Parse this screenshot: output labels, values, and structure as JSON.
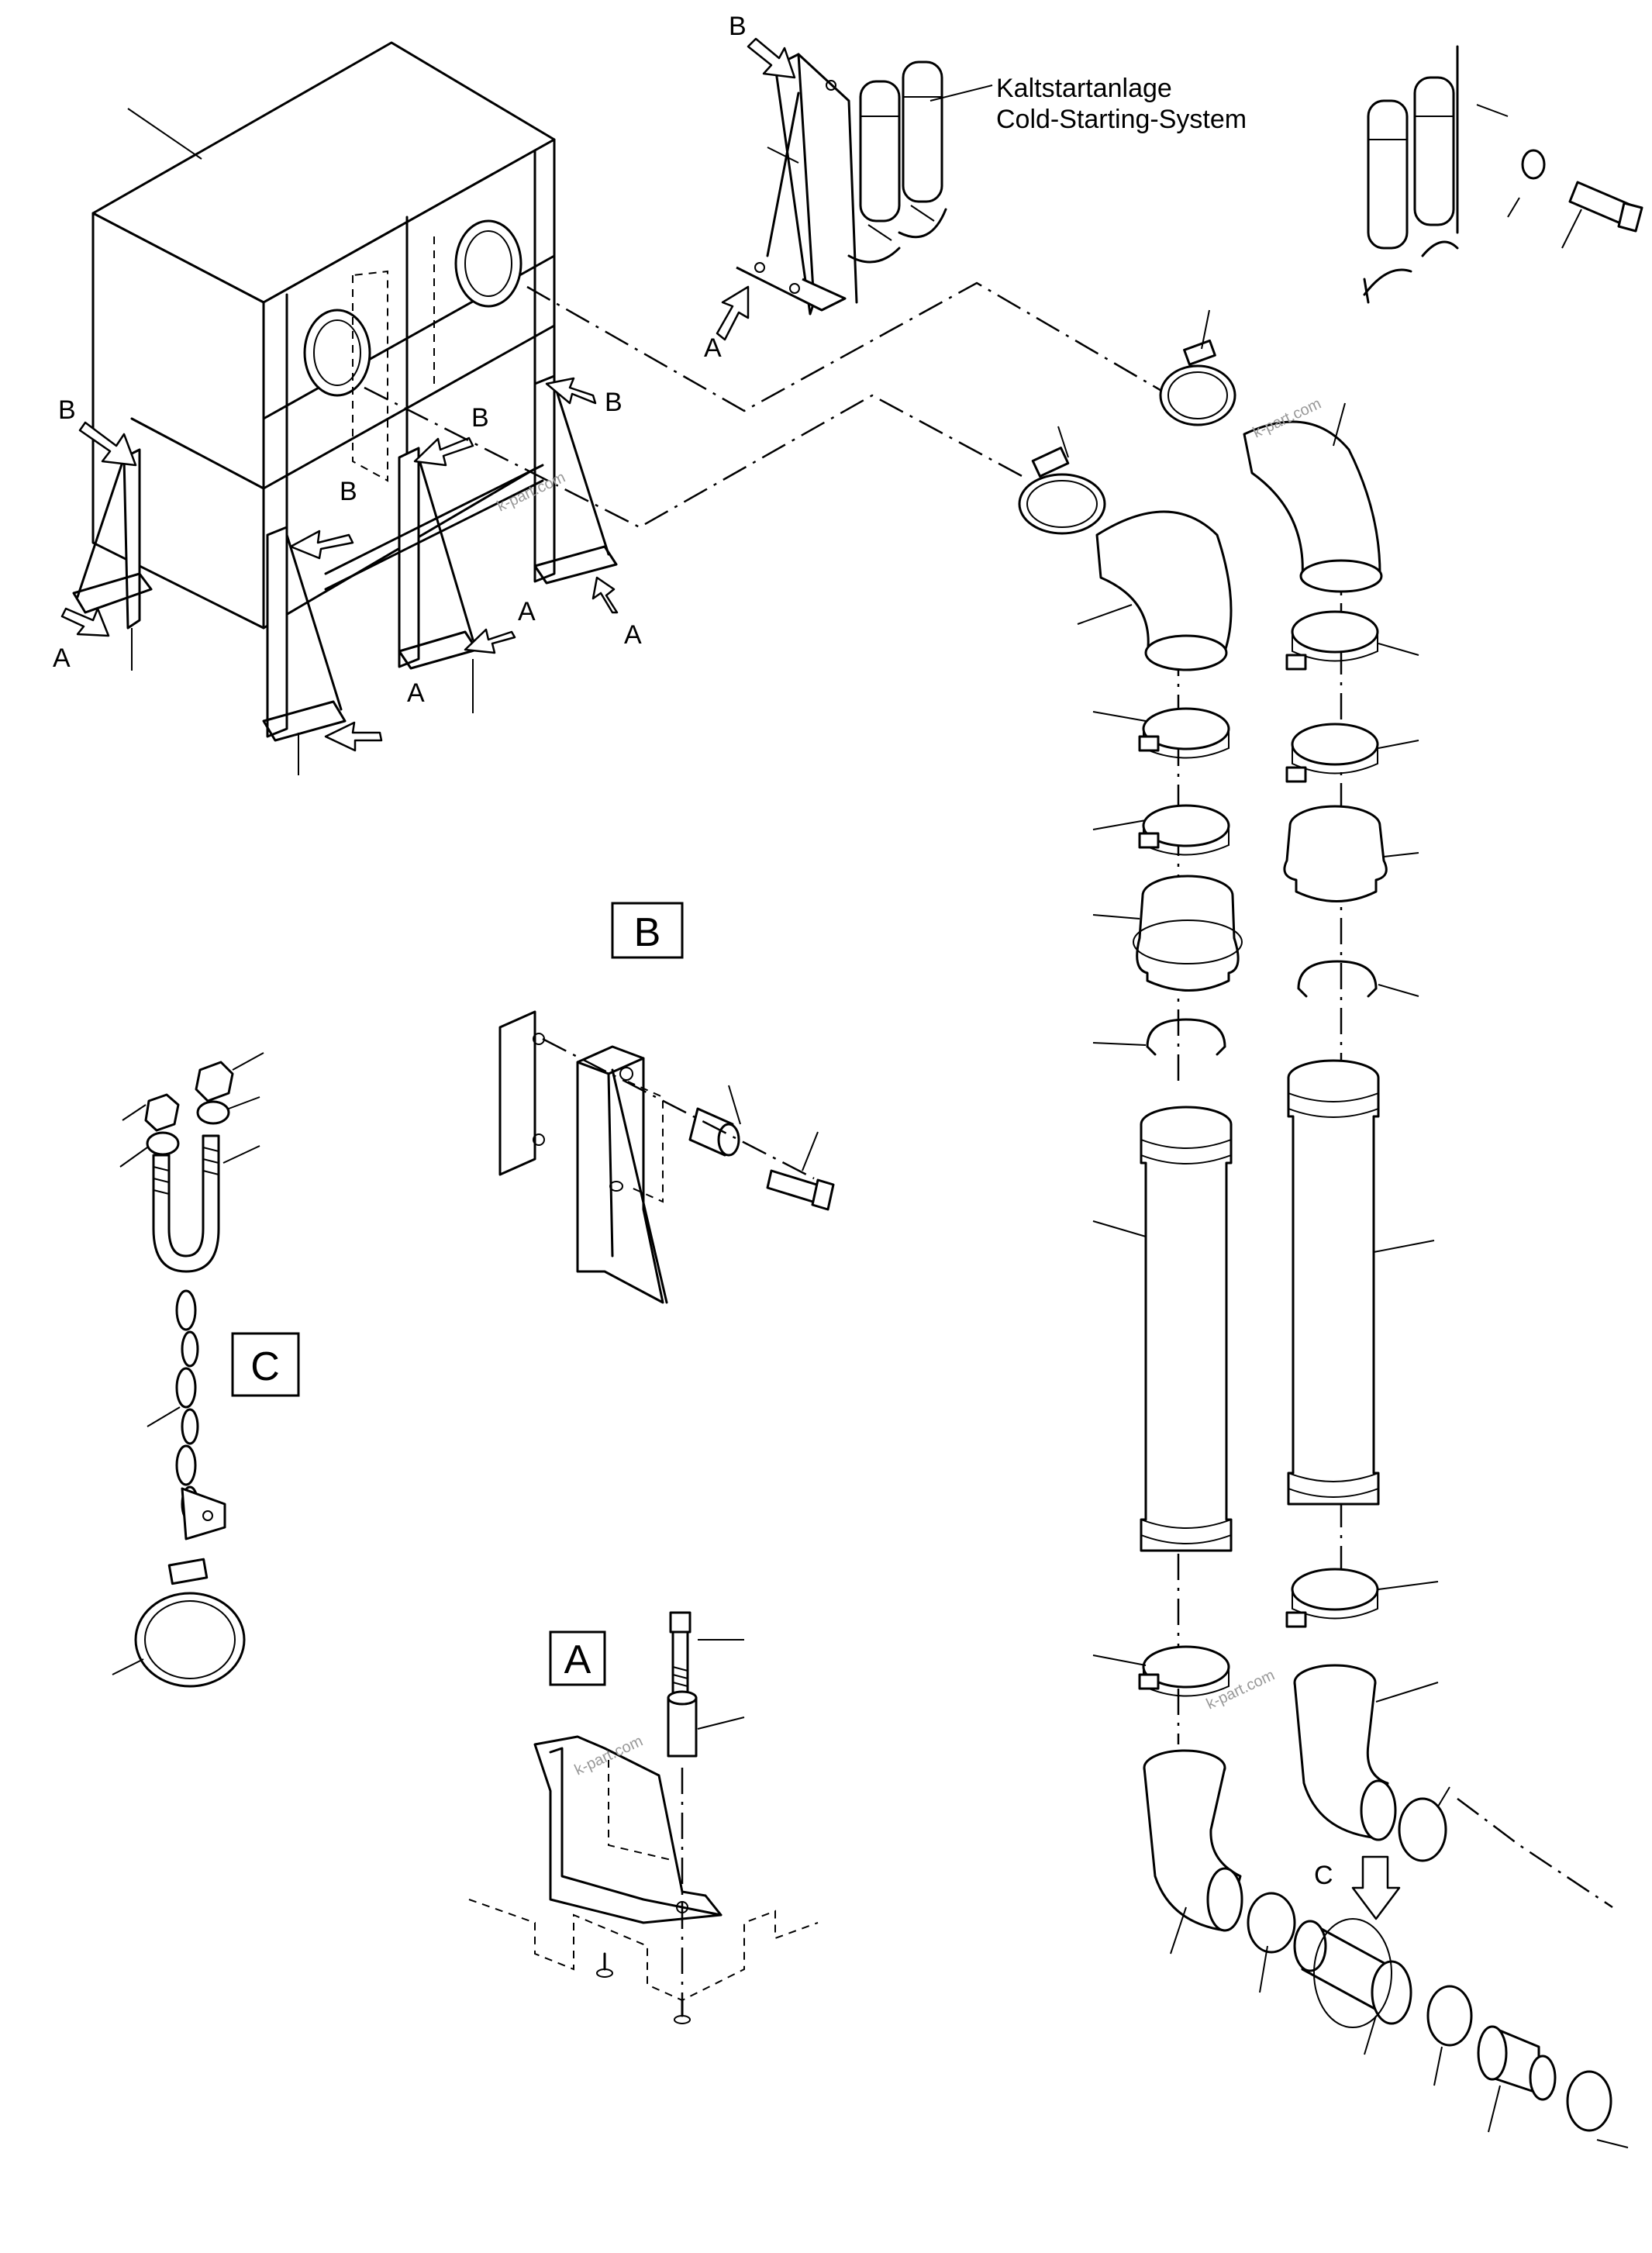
{
  "callout": {
    "line1": "Kaltstartanlage",
    "line2": "Cold-Starting-System"
  },
  "view_labels": {
    "A": "A",
    "B": "B",
    "C": "C"
  },
  "detail_boxes": {
    "A": "A",
    "B": "B",
    "C": "C"
  },
  "watermark": "k-part.com"
}
